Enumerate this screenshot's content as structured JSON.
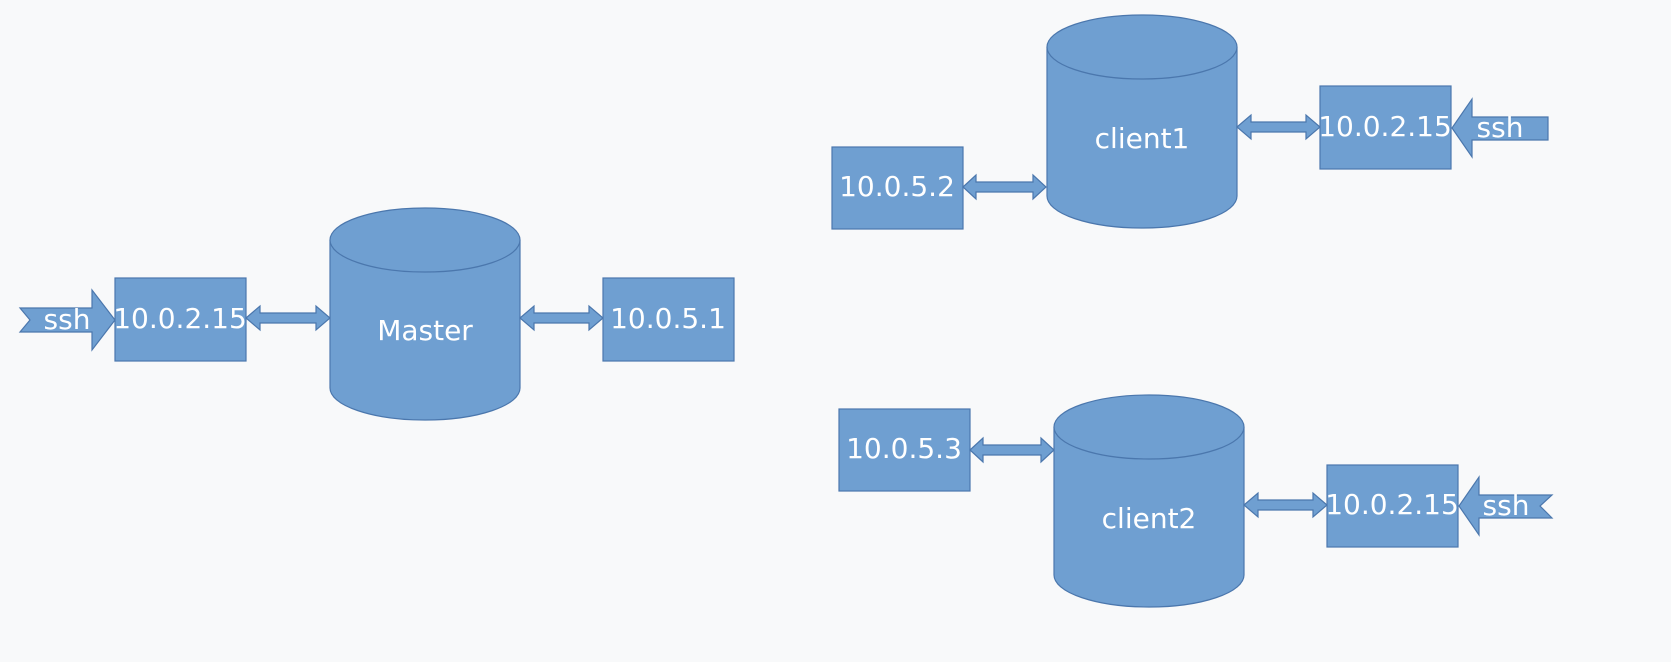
{
  "colors": {
    "background": "#f8f9fa",
    "fill": "#6f9fd1",
    "stroke": "#4b77ad",
    "text": "#ffffff"
  },
  "master": {
    "label": "Master",
    "ssh_label": "ssh",
    "left_ip": "10.0.2.15",
    "right_ip": "10.0.5.1"
  },
  "client1": {
    "label": "client1",
    "ssh_label": "ssh",
    "left_ip": "10.0.5.2",
    "right_ip": "10.0.2.15"
  },
  "client2": {
    "label": "client2",
    "ssh_label": "ssh",
    "left_ip": "10.0.5.3",
    "right_ip": "10.0.2.15"
  }
}
